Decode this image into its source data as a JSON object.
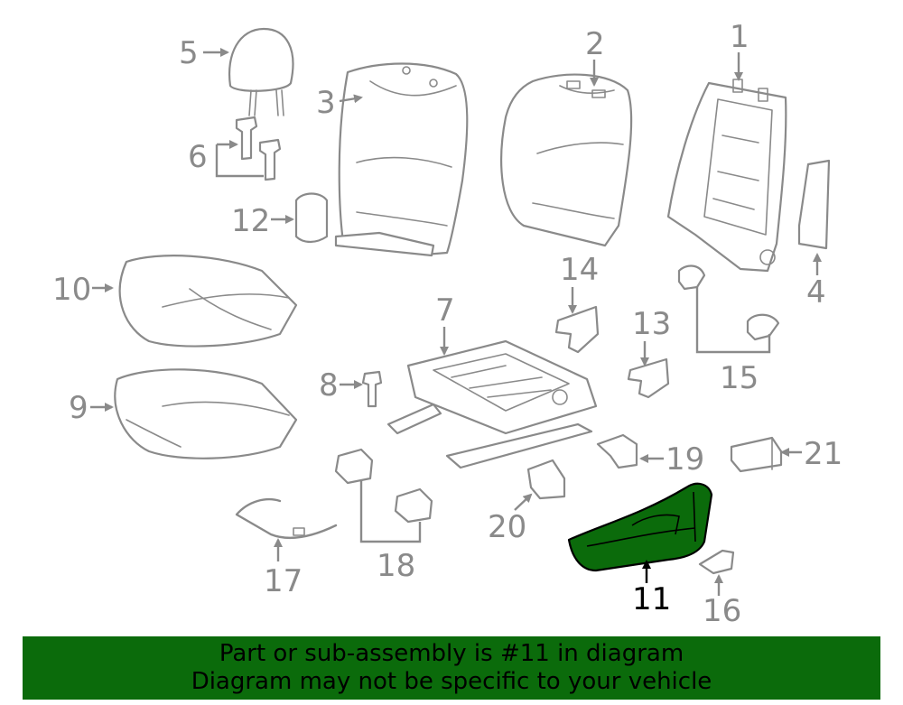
{
  "callouts": {
    "c1": "1",
    "c2": "2",
    "c3": "3",
    "c4": "4",
    "c5": "5",
    "c6": "6",
    "c7": "7",
    "c8": "8",
    "c9": "9",
    "c10": "10",
    "c11": "11",
    "c12": "12",
    "c13": "13",
    "c14": "14",
    "c15": "15",
    "c16": "16",
    "c17": "17",
    "c18": "18",
    "c19": "19",
    "c20": "20",
    "c21": "21"
  },
  "highlight": {
    "part": "11",
    "color": "#0b6b0b"
  },
  "banner": {
    "line1": "Part or sub-assembly is #11 in diagram",
    "line2": "Diagram may not be specific to your vehicle",
    "background": "#0b6b0b"
  },
  "colors": {
    "line": "#8a8a8a",
    "highlight_outline": "#000000"
  }
}
